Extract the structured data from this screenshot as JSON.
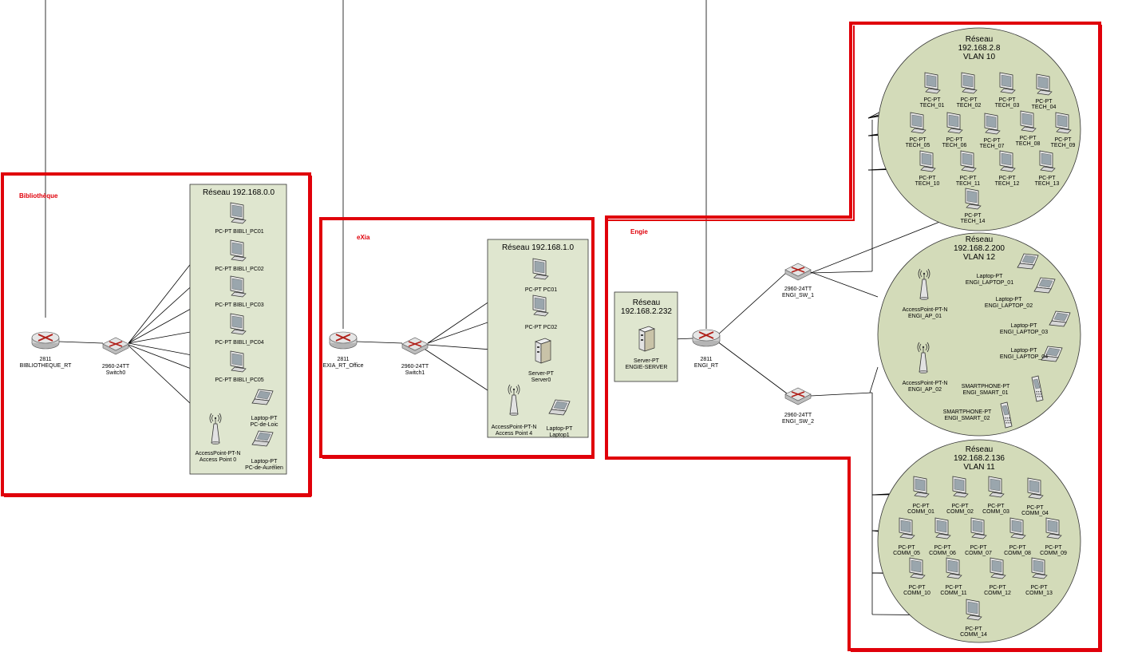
{
  "colors": {
    "zone_border": "#e0000a",
    "net_fill": "#dfe6cf",
    "circle_fill": "#d3dbb9",
    "line": "#000000"
  },
  "zones": {
    "bibli": "Bibliothèque",
    "exia": "eXia",
    "engie": "Engie"
  },
  "networks": {
    "bibli": "Réseau 192.168.0.0",
    "exia": "Réseau 192.168.1.0",
    "server_net": [
      "Réseau",
      "192.168.2.232"
    ],
    "vlan10": [
      "Réseau",
      "192.168.2.8",
      "VLAN 10"
    ],
    "vlan12": [
      "Réseau",
      "192.168.2.200",
      "VLAN 12"
    ],
    "vlan11": [
      "Réseau",
      "192.168.2.136",
      "VLAN 11"
    ]
  },
  "devices": {
    "bibli_router": [
      "2811",
      "BIBLIOTHEQUE_RT"
    ],
    "bibli_switch": [
      "2960-24TT",
      "Switch0"
    ],
    "bibli_pcs": [
      "PC-PT BIBLI_PC01",
      "PC-PT BIBLI_PC02",
      "PC-PT BIBLI_PC03",
      "PC-PT BIBLI_PC04",
      "PC-PT BIBLI_PC05"
    ],
    "bibli_laptop1": [
      "Laptop-PT",
      "PC-de-Loic"
    ],
    "bibli_laptop2": [
      "Laptop-PT",
      "PC-de-Aurélien"
    ],
    "bibli_ap": [
      "AccessPoint-PT-N",
      "Access Point 0"
    ],
    "exia_router": [
      "2811",
      "EXIA_RT_Office"
    ],
    "exia_switch": [
      "2960-24TT",
      "Switch1"
    ],
    "exia_pcs": [
      "PC-PT PC01",
      "PC-PT PC02"
    ],
    "exia_server": [
      "Server-PT",
      "Server0"
    ],
    "exia_ap": [
      "AccessPoint-PT-N",
      "Access Point 4"
    ],
    "exia_laptop": [
      "Laptop-PT",
      "Laptop1"
    ],
    "engie_server": [
      "Server-PT",
      "ENGIE-SERVER"
    ],
    "engie_router": [
      "2811",
      "ENGI_RT"
    ],
    "engie_sw1": [
      "2960-24TT",
      "ENGI_SW_1"
    ],
    "engie_sw2": [
      "2960-24TT",
      "ENGI_SW_2"
    ],
    "tech_pcs": [
      "TECH_01",
      "TECH_02",
      "TECH_03",
      "TECH_04",
      "TECH_05",
      "TECH_06",
      "TECH_07",
      "TECH_08",
      "TECH_09",
      "TECH_10",
      "TECH_11",
      "TECH_12",
      "TECH_13",
      "TECH_14"
    ],
    "comm_pcs": [
      "COMM_01",
      "COMM_02",
      "COMM_03",
      "COMM_04",
      "COMM_05",
      "COMM_06",
      "COMM_07",
      "COMM_08",
      "COMM_09",
      "COMM_10",
      "COMM_11",
      "COMM_12",
      "COMM_13",
      "COMM_14"
    ],
    "pc_type": "PC-PT",
    "engi_aps": [
      [
        "AccessPoint-PT-N",
        "ENGI_AP_01"
      ],
      [
        "AccessPoint-PT-N",
        "ENGI_AP_02"
      ]
    ],
    "engi_laptops": [
      [
        "Laptop-PT",
        "ENGI_LAPTOP_01"
      ],
      [
        "Laptop-PT",
        "ENGI_LAPTOP_02"
      ],
      [
        "Laptop-PT",
        "ENGI_LAPTOP_03"
      ],
      [
        "Laptop-PT",
        "ENGI_LAPTOP_04"
      ]
    ],
    "engi_phones": [
      [
        "SMARTPHONE-PT",
        "ENGI_SMART_01"
      ],
      [
        "SMARTPHONE-PT",
        "ENGI_SMART_02"
      ]
    ]
  }
}
